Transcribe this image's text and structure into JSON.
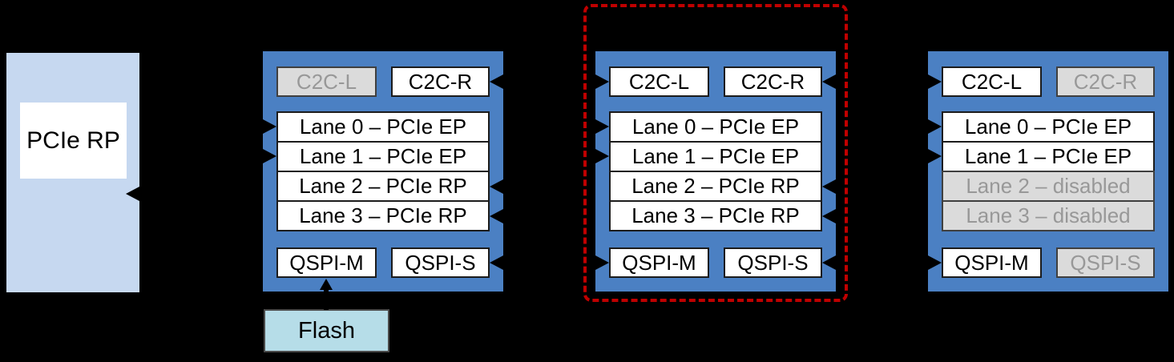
{
  "colors": {
    "background": "#000000",
    "device_fill": "#4B80C3",
    "host_fill": "#C6D8F0",
    "box_fill": "#FFFFFF",
    "box_border": "#1C1C1C",
    "box_text": "#000000",
    "disabled_fill": "#DBDBDB",
    "disabled_border": "#3F3F3F",
    "disabled_text": "#989898",
    "flash_fill": "#B6DDE8",
    "flash_border": "#4A4A4A",
    "highlight_border": "#C00000",
    "arrow": "#000000"
  },
  "host": {
    "label": "PCIe RP"
  },
  "devices": [
    {
      "c2c_l": {
        "label": "C2C-L",
        "disabled": true
      },
      "c2c_r": {
        "label": "C2C-R",
        "disabled": false
      },
      "lanes": [
        {
          "label": "Lane 0 – PCIe EP",
          "disabled": false
        },
        {
          "label": "Lane 1 – PCIe EP",
          "disabled": false
        },
        {
          "label": "Lane 2 – PCIe RP",
          "disabled": false
        },
        {
          "label": "Lane 3 – PCIe RP",
          "disabled": false
        }
      ],
      "qspi_m": {
        "label": "QSPI-M",
        "disabled": false
      },
      "qspi_s": {
        "label": "QSPI-S",
        "disabled": false
      }
    },
    {
      "highlighted": true,
      "c2c_l": {
        "label": "C2C-L",
        "disabled": false
      },
      "c2c_r": {
        "label": "C2C-R",
        "disabled": false
      },
      "lanes": [
        {
          "label": "Lane 0 – PCIe EP",
          "disabled": false
        },
        {
          "label": "Lane 1 – PCIe EP",
          "disabled": false
        },
        {
          "label": "Lane 2 – PCIe RP",
          "disabled": false
        },
        {
          "label": "Lane 3 – PCIe RP",
          "disabled": false
        }
      ],
      "qspi_m": {
        "label": "QSPI-M",
        "disabled": false
      },
      "qspi_s": {
        "label": "QSPI-S",
        "disabled": false
      }
    },
    {
      "c2c_l": {
        "label": "C2C-L",
        "disabled": false
      },
      "c2c_r": {
        "label": "C2C-R",
        "disabled": true
      },
      "lanes": [
        {
          "label": "Lane 0 – PCIe EP",
          "disabled": false
        },
        {
          "label": "Lane 1 – PCIe EP",
          "disabled": false
        },
        {
          "label": "Lane 2 – disabled",
          "disabled": true
        },
        {
          "label": "Lane 3 – disabled",
          "disabled": true
        }
      ],
      "qspi_m": {
        "label": "QSPI-M",
        "disabled": false
      },
      "qspi_s": {
        "label": "QSPI-S",
        "disabled": true
      }
    }
  ],
  "flash": {
    "label": "Flash"
  }
}
